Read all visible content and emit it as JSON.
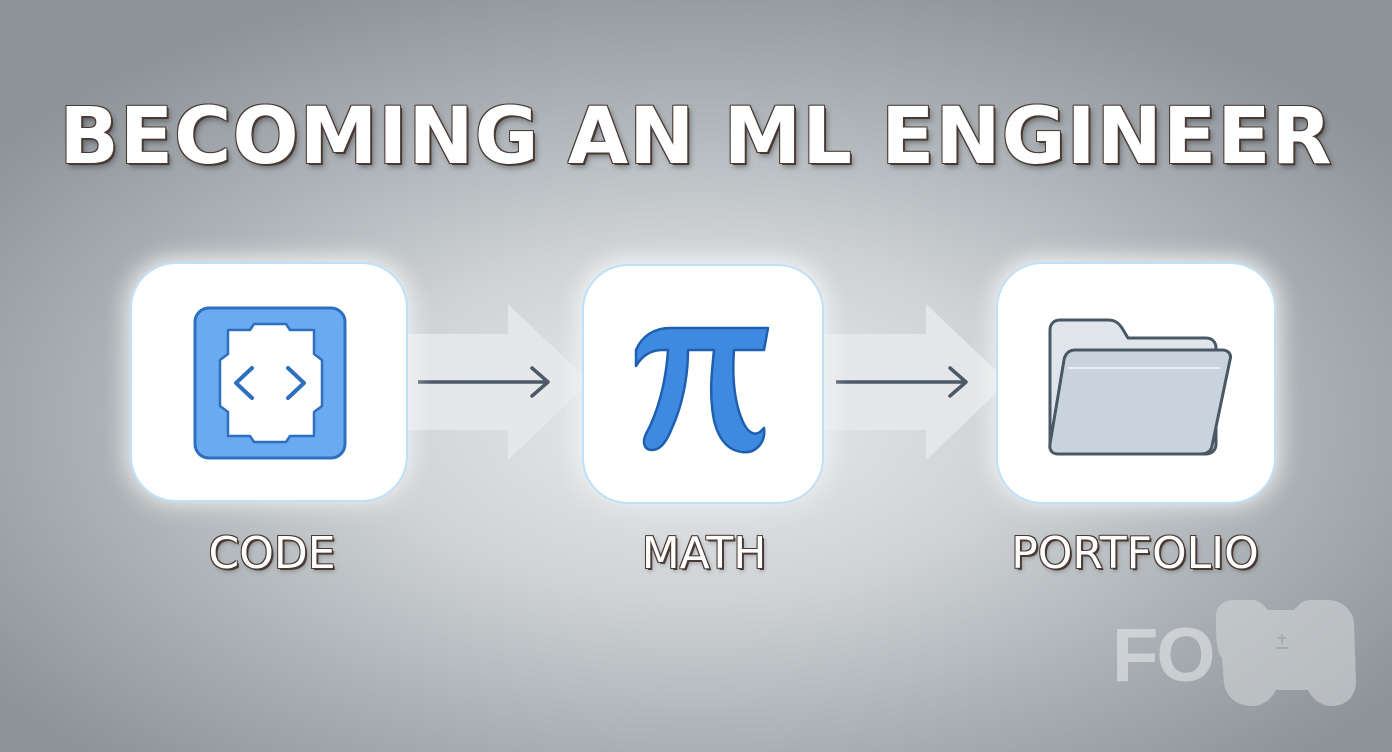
{
  "title": "BECOMING AN ML ENGINEER",
  "steps": [
    {
      "label": "CODE",
      "icon": "code-brackets-icon"
    },
    {
      "label": "MATH",
      "icon": "pi-icon"
    },
    {
      "label": "PORTFOLIO",
      "icon": "folder-icon"
    }
  ],
  "connectors": [
    "arrow-right-icon",
    "arrow-right-icon"
  ],
  "watermark": {
    "text": "FO",
    "icon": "gamepad-icon"
  },
  "colors": {
    "accent_blue": "#3f8fe0",
    "code_fill": "#6aaaf0",
    "pi_fill": "#3e8ae0",
    "folder_fill": "#c9d3dd",
    "arrow": "#4b5968"
  }
}
